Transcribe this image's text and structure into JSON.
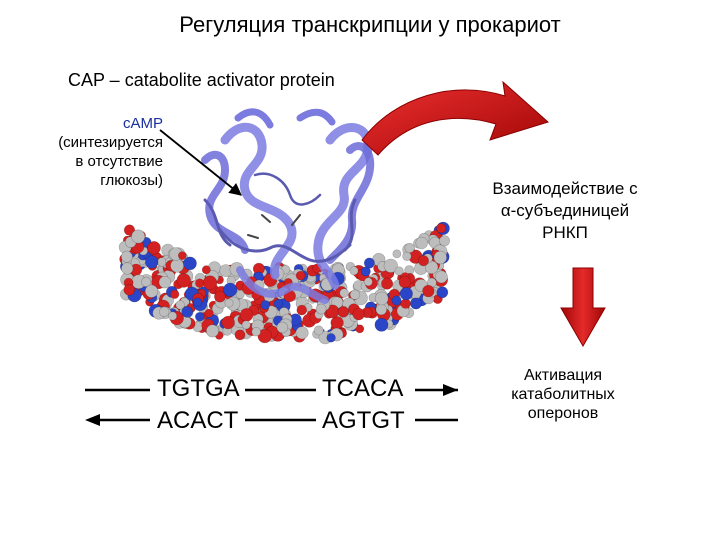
{
  "title": "Регуляция транскрипции у прокариот",
  "subtitle": "CAP – catabolite activator protein",
  "camp_label": [
    "cAMP",
    "(синтезируется",
    "в отсутствие",
    "глюкозы)"
  ],
  "interaction_label": [
    "Взаимодействие с",
    "α-субъединицей",
    "РНКП"
  ],
  "activation_label": [
    "Активация",
    "катаболитных",
    "оперонов"
  ],
  "sequence_left": {
    "top": "TGTGA",
    "bottom": "ACACT"
  },
  "sequence_right": {
    "top": "TCACA",
    "bottom": "AGTGT"
  },
  "colors": {
    "arrow_red": "#cc1111",
    "protein_blue": "#7b7be0",
    "atom_red": "#d32020",
    "atom_gray": "#bdbdbd",
    "atom_blue": "#2b45c8"
  }
}
